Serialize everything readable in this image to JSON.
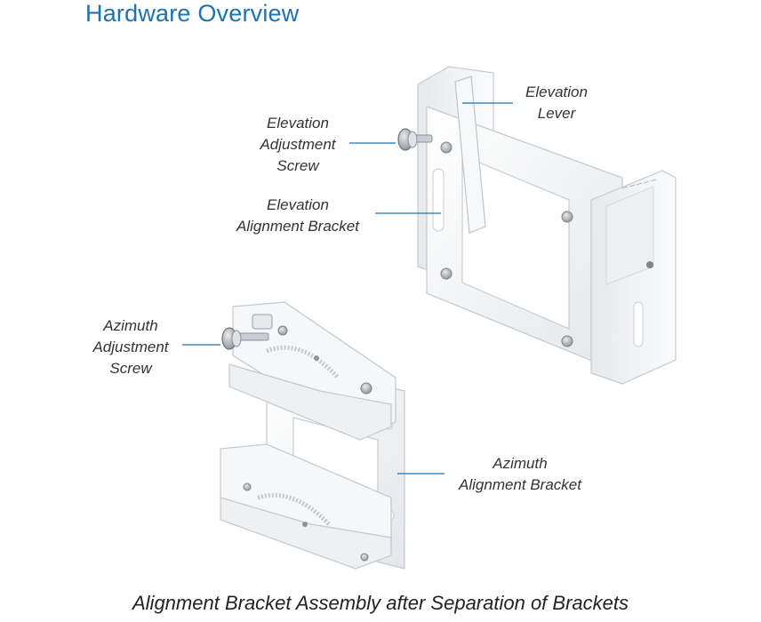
{
  "title": "Hardware Overview",
  "labels": {
    "elevation_lever": [
      "Elevation",
      "Lever"
    ],
    "elevation_adjustment_screw": [
      "Elevation",
      "Adjustment",
      "Screw"
    ],
    "elevation_alignment_bracket": [
      "Elevation",
      "Alignment Bracket"
    ],
    "azimuth_adjustment_screw": [
      "Azimuth",
      "Adjustment",
      "Screw"
    ],
    "azimuth_alignment_bracket": [
      "Azimuth",
      "Alignment Bracket"
    ]
  },
  "caption": "Alignment Bracket Assembly after Separation of Brackets",
  "colors": {
    "title": "#1a73b3",
    "leader_line": "#1a73b3",
    "bracket_fill": "#f2f3f4",
    "bracket_stroke": "#c4c8cc",
    "bolt": "#9aa0a6"
  }
}
